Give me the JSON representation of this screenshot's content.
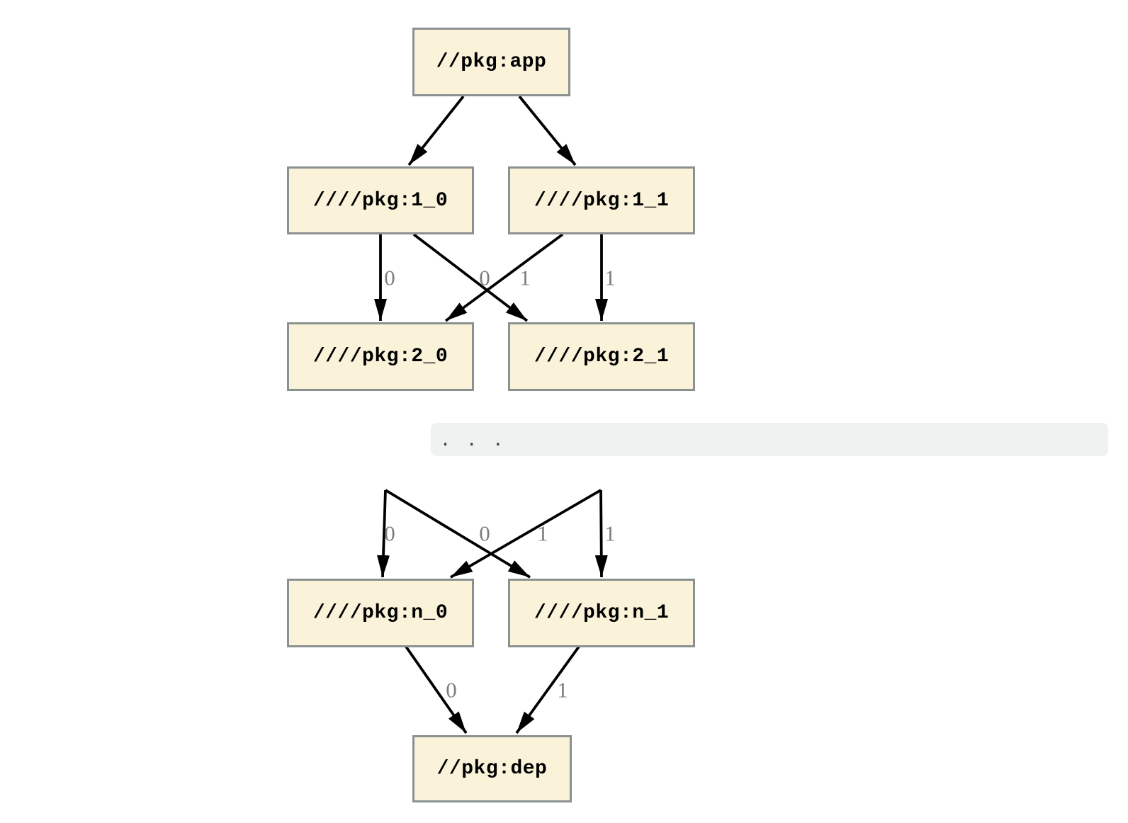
{
  "diagram": {
    "type": "dependency-graph",
    "separator_text": ". . .",
    "colors": {
      "page_bg": "#ffffff",
      "node_fill": "#faf3da",
      "node_border": "#8b9191",
      "node_text": "#000000",
      "edge_color": "#000000",
      "edge_label_color": "#7d7d7d",
      "band_bg": "#f0f1f1",
      "dots_color": "#3c3c3c"
    },
    "nodes": [
      {
        "id": "app",
        "label": "//pkg:app"
      },
      {
        "id": "1_0",
        "label": "////pkg:1_0"
      },
      {
        "id": "1_1",
        "label": "////pkg:1_1"
      },
      {
        "id": "2_0",
        "label": "////pkg:2_0"
      },
      {
        "id": "2_1",
        "label": "////pkg:2_1"
      },
      {
        "id": "n_0",
        "label": "////pkg:n_0"
      },
      {
        "id": "n_1",
        "label": "////pkg:n_1"
      },
      {
        "id": "dep",
        "label": "//pkg:dep"
      }
    ],
    "edges": [
      {
        "from": "app",
        "to": "1_0",
        "label": ""
      },
      {
        "from": "app",
        "to": "1_1",
        "label": ""
      },
      {
        "from": "1_0",
        "to": "2_0",
        "label": "0"
      },
      {
        "from": "1_0",
        "to": "2_1",
        "label": "1"
      },
      {
        "from": "1_1",
        "to": "2_0",
        "label": "0"
      },
      {
        "from": "1_1",
        "to": "2_1",
        "label": "1"
      },
      {
        "from": "...",
        "to": "n_0",
        "label": "0"
      },
      {
        "from": "...",
        "to": "n_1",
        "label": "1"
      },
      {
        "from": "...",
        "to": "n_0",
        "label": "0"
      },
      {
        "from": "...",
        "to": "n_1",
        "label": "1"
      },
      {
        "from": "n_0",
        "to": "dep",
        "label": "0"
      },
      {
        "from": "n_1",
        "to": "dep",
        "label": "1"
      }
    ]
  }
}
